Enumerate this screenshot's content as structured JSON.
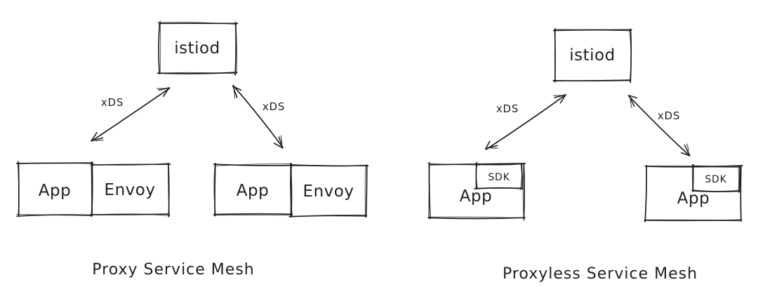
{
  "colors": {
    "stroke": "#1e1e1e",
    "background": "#ffffff"
  },
  "left_diagram": {
    "caption": "Proxy Service Mesh",
    "istiod_label": "istiod",
    "xds_label_left": "xDS",
    "xds_label_right": "xDS",
    "pod1": {
      "app_label": "App",
      "proxy_label": "Envoy"
    },
    "pod2": {
      "app_label": "App",
      "proxy_label": "Envoy"
    }
  },
  "right_diagram": {
    "caption": "Proxyless Service Mesh",
    "istiod_label": "istiod",
    "xds_label_left": "xDS",
    "xds_label_right": "xDS",
    "pod1": {
      "app_label": "App",
      "sdk_label": "SDK"
    },
    "pod2": {
      "app_label": "App",
      "sdk_label": "SDK"
    }
  }
}
